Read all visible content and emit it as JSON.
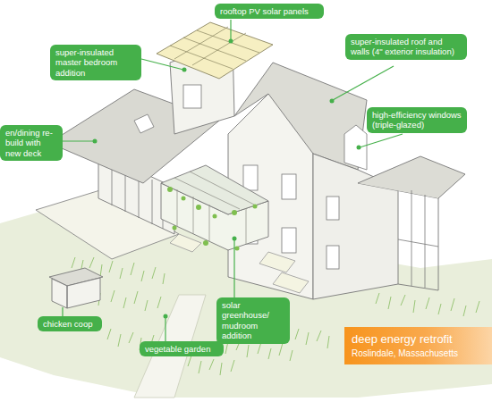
{
  "diagram": {
    "nodes": [
      {
        "text": [
          "rooftop PV solar panels"
        ]
      },
      {
        "text": [
          "super-insulated roof and walls (4\" exterior insulation)"
        ]
      },
      {
        "text": [
          "super-insulated master bedroom addition"
        ]
      },
      {
        "text": [
          "high-efficiency windows (triple-glazed)"
        ]
      },
      {
        "text": [
          "en/dining re-build with new deck"
        ]
      },
      {
        "text": [
          "solar greenhouse/ mudroom addition"
        ]
      },
      {
        "text": [
          "chicken coop"
        ]
      },
      {
        "text": [
          "deep energy retrofit",
          "Roslindale, Massachusetts"
        ]
      },
      {
        "text": [
          "vegetable garden"
        ]
      }
    ]
  }
}
